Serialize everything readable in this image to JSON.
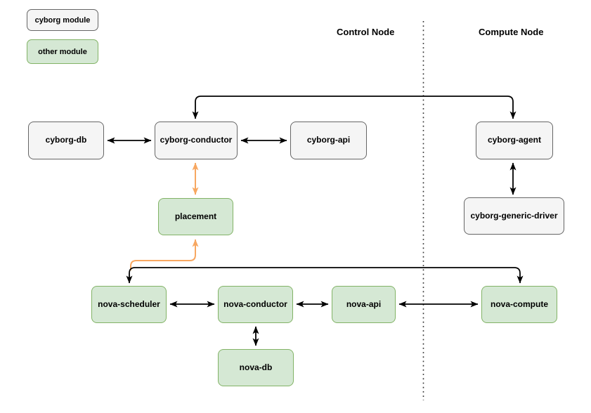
{
  "legend": {
    "cyborg_label": "cyborg module",
    "other_label": "other module"
  },
  "headers": {
    "control": "Control Node",
    "compute": "Compute Node"
  },
  "nodes": {
    "cyborg_db": "cyborg-db",
    "cyborg_conductor": "cyborg-conductor",
    "cyborg_api": "cyborg-api",
    "cyborg_agent": "cyborg-agent",
    "cyborg_generic_driver": "cyborg-generic-driver",
    "placement": "placement",
    "nova_scheduler": "nova-scheduler",
    "nova_conductor": "nova-conductor",
    "nova_api": "nova-api",
    "nova_compute": "nova-compute",
    "nova_db": "nova-db"
  },
  "colors": {
    "cyborg_fill": "#f5f5f5",
    "cyborg_border": "#666666",
    "other_fill": "#d5e8d4",
    "other_border": "#82b366",
    "connector_black": "#000000",
    "connector_orange": "#f7a761",
    "divider": "#333333"
  }
}
